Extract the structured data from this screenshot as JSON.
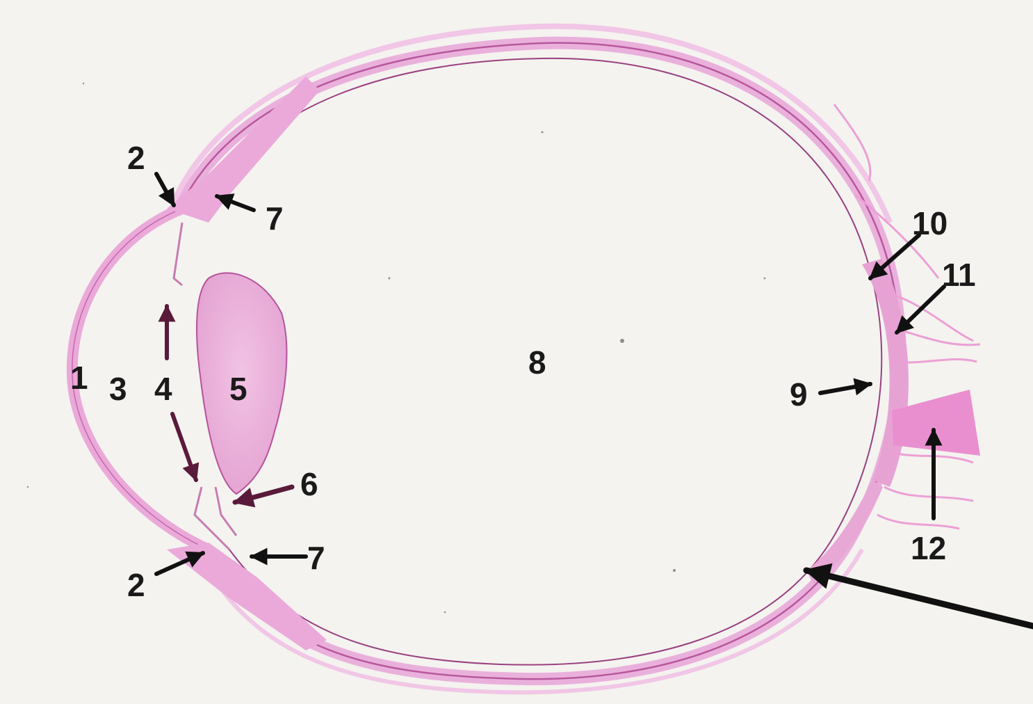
{
  "figure": {
    "labels": {
      "l1": "1",
      "l2_top": "2",
      "l2_bottom": "2",
      "l3": "3",
      "l4": "4",
      "l5": "5",
      "l6": "6",
      "l7_top": "7",
      "l7_bottom": "7",
      "l8": "8",
      "l9": "9",
      "l10": "10",
      "l11": "11",
      "l12": "12"
    },
    "colors": {
      "background": "#f4f3ef",
      "tissue_pink": "#e9a6d8",
      "tissue_light": "#f2c4e6",
      "tissue_dark": "#b8579c",
      "label_text": "#1a1a1a",
      "arrow_black": "#111111",
      "arrow_maroon": "#5a1a3a"
    }
  }
}
